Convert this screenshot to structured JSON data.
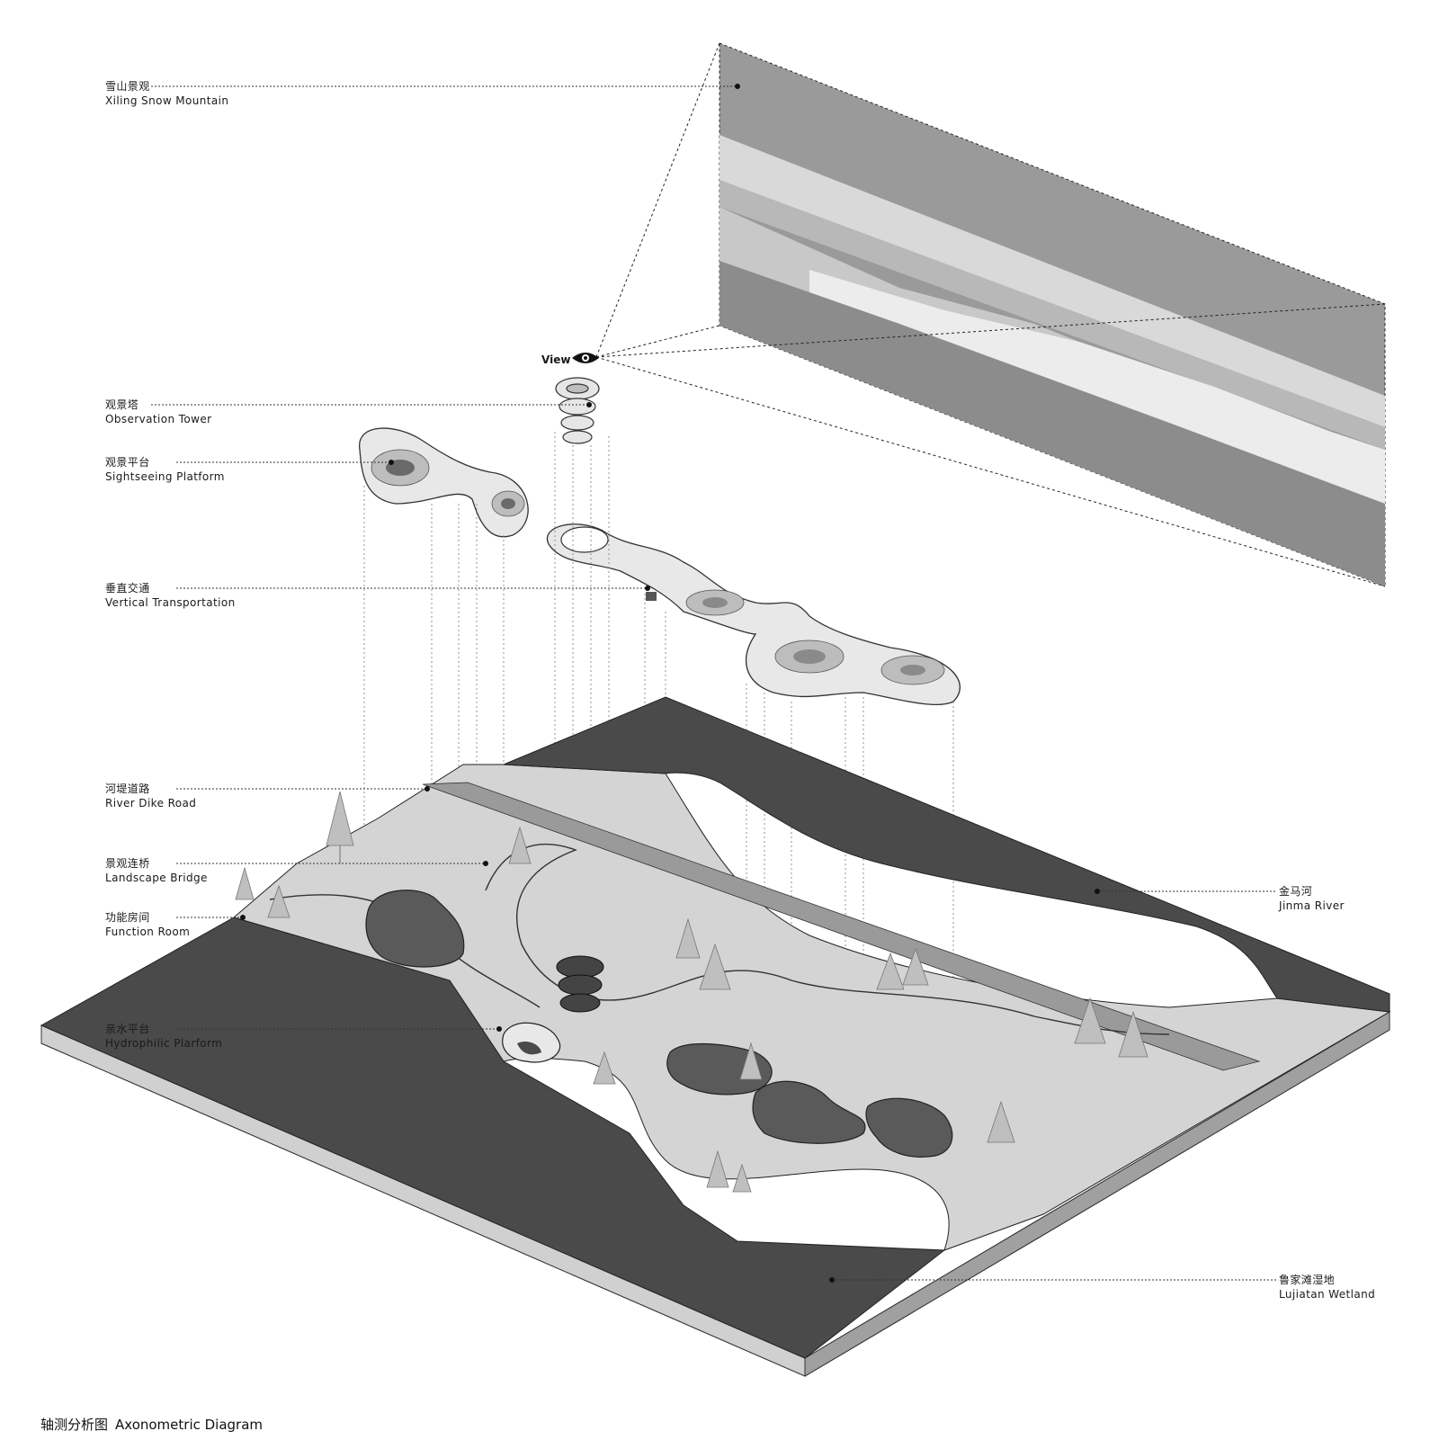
{
  "view_label": "View",
  "labels": [
    {
      "id": "snow-mountain",
      "zh": "雪山景观",
      "en": "Xiling Snow Mountain"
    },
    {
      "id": "observation-tower",
      "zh": "观景塔",
      "en": "Observation Tower"
    },
    {
      "id": "sightseeing-platform",
      "zh": "观景平台",
      "en": "Sightseeing Platform"
    },
    {
      "id": "vertical-transportation",
      "zh": "垂直交通",
      "en": "Vertical Transportation"
    },
    {
      "id": "river-dike-road",
      "zh": "河堤道路",
      "en": "River Dike Road"
    },
    {
      "id": "landscape-bridge",
      "zh": "景观连桥",
      "en": "Landscape Bridge"
    },
    {
      "id": "function-room",
      "zh": "功能房间",
      "en": "Function Room"
    },
    {
      "id": "hydrophilic-platform",
      "zh": "亲水平台",
      "en": "Hydrophilic Plarform"
    },
    {
      "id": "jinma-river",
      "zh": "金马河",
      "en": "Jinma River"
    },
    {
      "id": "lujiatan-wetland",
      "zh": "鲁家滩湿地",
      "en": "Lujiatan Wetland"
    }
  ],
  "caption": {
    "zh": "轴测分析图",
    "en": "Axonometric Diagram"
  },
  "colors": {
    "dark": "#4a4a4a",
    "light": "#d4d4d4",
    "mid": "#9a9a9a",
    "line": "#222222"
  }
}
